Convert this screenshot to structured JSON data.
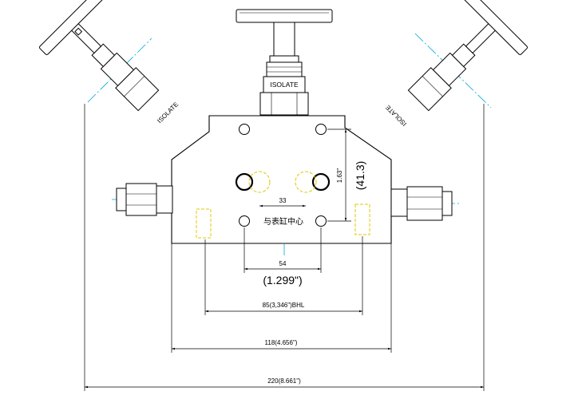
{
  "colors": {
    "outline": "#000000",
    "centerline": "#00a8d8",
    "hidden": "#e0c800",
    "fill": "#ffffff"
  },
  "labels": {
    "isolate_center": "ISOLATE",
    "isolate_left": "ISOLATE",
    "isolate_right": "ISOLATE",
    "center_text": "与表缸中心"
  },
  "dimensions": {
    "d33": "33",
    "d54": "54",
    "d1299": "(1.299\")",
    "d85": "85(3,346\")BHL",
    "d118": "118(4.656\")",
    "d220": "220(8.661\")",
    "d163": "1.63\"",
    "d413": "(41.3)"
  }
}
